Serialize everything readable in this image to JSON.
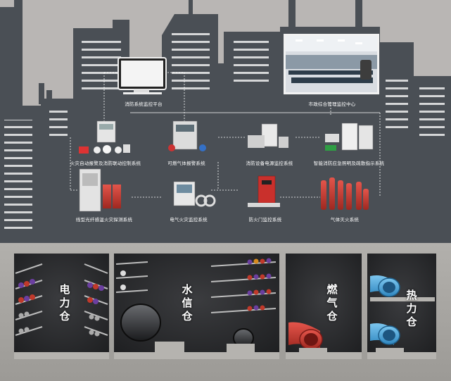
{
  "colors": {
    "sky": "#b9b6b4",
    "building": "#4a4f55",
    "stripe": "#ffffff",
    "ground": "#a9a7a3",
    "tunnel": "#2e2f31",
    "power_cable_purple": "#6b3fa0",
    "power_cable_red": "#c0392b",
    "gas_pipe": "#c9342c",
    "heat_pipe": "#4aa3d9"
  },
  "control_centers": {
    "fire_monitor_platform": "消防系统监控平台",
    "city_management_center": "市政综合管理监控中心"
  },
  "systems": {
    "fire_alarm_linkage": "火灾自动报警及消防联动控制系统",
    "combustible_gas_alarm": "可燃气体报警系统",
    "fire_equipment_power_monitor": "消防设备电源监控系统",
    "emergency_lighting": "智能消防应急照明及疏散指示系统",
    "linear_fiber_temp": "线型光纤感温火灾探测系统",
    "electric_fire_monitor": "电气火灾监控系统",
    "fire_door_monitor": "防火门监控系统",
    "gas_extinguishing": "气体灭火系统"
  },
  "tunnel_compartments": {
    "power": "电力仓",
    "water_telecom": "水信仓",
    "gas": "燃气仓",
    "heat": "热力仓"
  }
}
